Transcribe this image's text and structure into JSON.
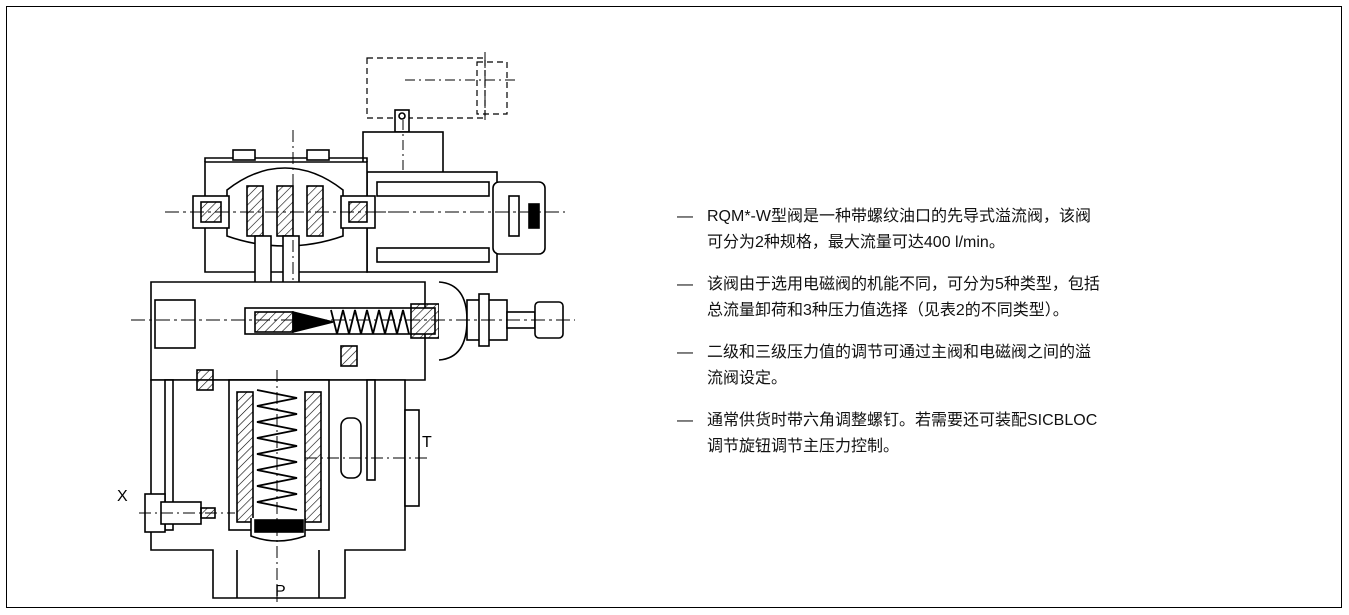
{
  "labels": {
    "x": "X",
    "t": "T",
    "p": "P"
  },
  "description": [
    {
      "dash": "—",
      "text": "RQM*-W型阀是一种带螺纹油口的先导式溢流阀，该阀\n可分为2种规格，最大流量可达400 l/min。"
    },
    {
      "dash": "—",
      "text": "该阀由于选用电磁阀的机能不同，可分为5种类型，包括\n总流量卸荷和3种压力值选择（见表2的不同类型）。"
    },
    {
      "dash": "—",
      "text": "二级和三级压力值的调节可通过主阀和电磁阀之间的溢\n流阀设定。"
    },
    {
      "dash": "—",
      "text": "通常供货时带六角调整螺钉。若需要还可装配SICBLOC\n调节旋钮调节主压力控制。"
    }
  ]
}
